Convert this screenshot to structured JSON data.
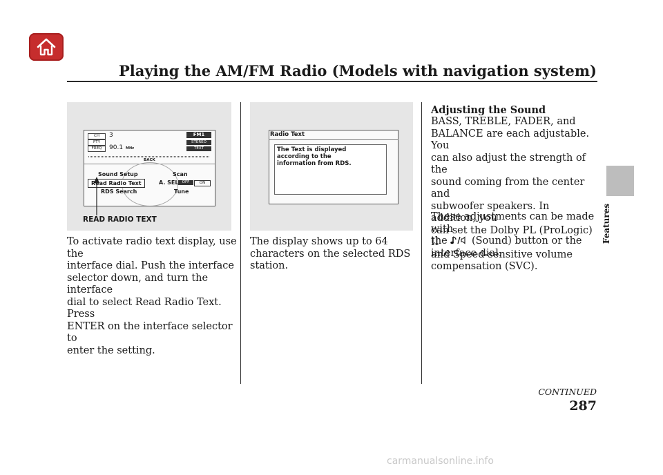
{
  "header": {
    "title": "Playing the AM/FM Radio (Models with navigation system)"
  },
  "sidebar": {
    "tab_label": "Features"
  },
  "figure1": {
    "callout": "READ RADIO TEXT",
    "screen": {
      "chips": [
        "CH",
        "PTY",
        "FREQ"
      ],
      "channel": "3",
      "frequency": "90.1",
      "freq_unit": "MHz",
      "band": "FM1",
      "stereo": "STEREO",
      "text_badge": "TEXT",
      "back": "BACK",
      "sound_setup": "Sound Setup",
      "scan": "Scan",
      "read_radio_text": "Read Radio Text",
      "a_sel": "A. SEL",
      "off": "OFF",
      "on": "ON",
      "rds_search": "RDS Search",
      "tune": "Tune"
    }
  },
  "figure2": {
    "title": "Radio Text",
    "message": [
      "The Text is displayed",
      "according to the",
      "information from RDS."
    ]
  },
  "col1": {
    "lines": [
      "To activate radio text display, use the",
      "interface dial. Push the interface",
      "selector down, and turn the interface",
      "dial to select Read Radio Text. Press",
      "ENTER on the interface selector to",
      "enter the setting."
    ]
  },
  "col2": {
    "lines": [
      "The display shows up to 64",
      "characters on the selected RDS",
      "station."
    ]
  },
  "col3": {
    "heading": "Adjusting the Sound",
    "para1": [
      "BASS, TREBLE, FADER, and",
      "BALANCE are each adjustable. You",
      "can also adjust the strength of the",
      "sound coming from the center and",
      "subwoofer speakers. In addition, you",
      "can set the Dolby PL (ProLogic) II",
      "and Speed-sensitive volume",
      "compensation (SVC)."
    ],
    "para2_l1_a": "These adjustments can be made with",
    "para2_l2_a": "the",
    "para2_l2_b": "(Sound) button or the",
    "para2_l3": "interface dial."
  },
  "footer": {
    "continued": "CONTINUED",
    "page_number": "287",
    "watermark": "carmanualsonline.info"
  }
}
